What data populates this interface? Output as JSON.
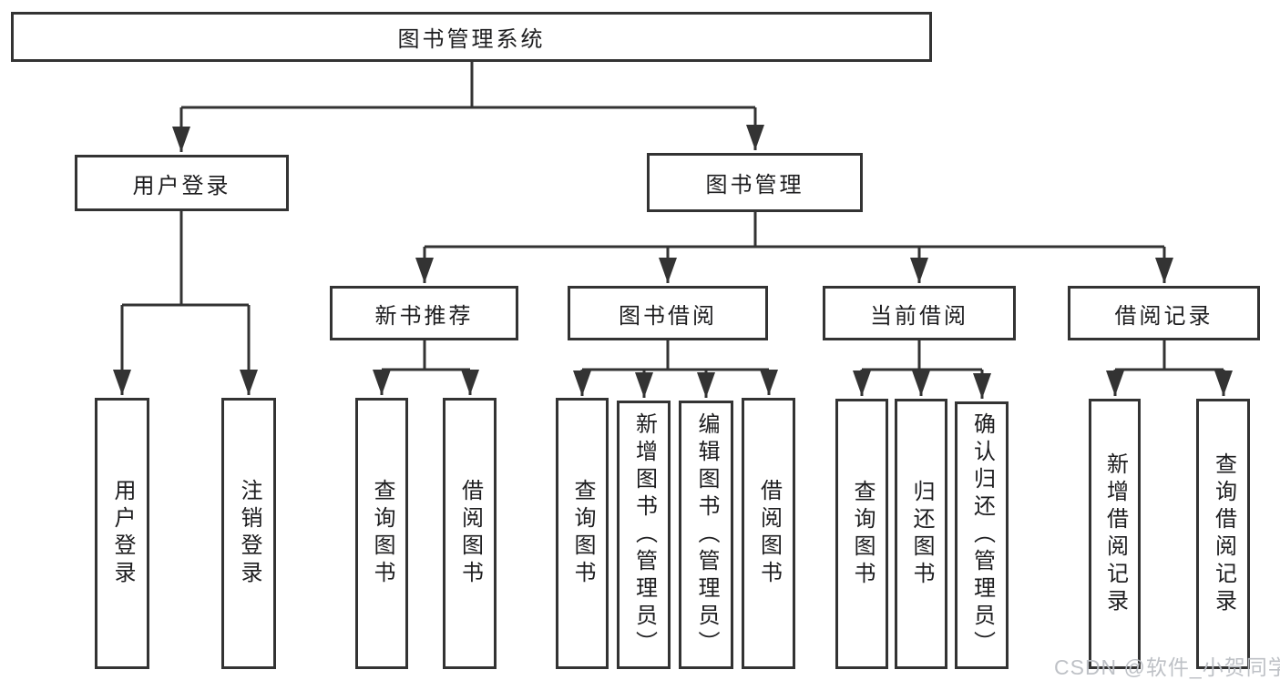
{
  "tree": {
    "root": "图书管理系统",
    "branches": [
      {
        "label": "用户登录",
        "children": [
          "用户登录",
          "注销登录"
        ]
      },
      {
        "label": "图书管理",
        "groups": [
          {
            "label": "新书推荐",
            "children": [
              "查询图书",
              "借阅图书"
            ]
          },
          {
            "label": "图书借阅",
            "children": [
              "查询图书",
              "新增图书（管理员）",
              "编辑图书（管理员）",
              "借阅图书"
            ]
          },
          {
            "label": "当前借阅",
            "children": [
              "查询图书",
              "归还图书",
              "确认归还（管理员）"
            ]
          },
          {
            "label": "借阅记录",
            "children": [
              "新增借阅记录",
              "查询借阅记录"
            ]
          }
        ]
      }
    ]
  },
  "watermark": {
    "text": "CSDN @软件_小贺同学"
  },
  "colors": {
    "line": "#333333",
    "box_border": "#333333",
    "text": "#1d1d1f",
    "background": "#ffffff",
    "watermark": "#bac0c5"
  }
}
